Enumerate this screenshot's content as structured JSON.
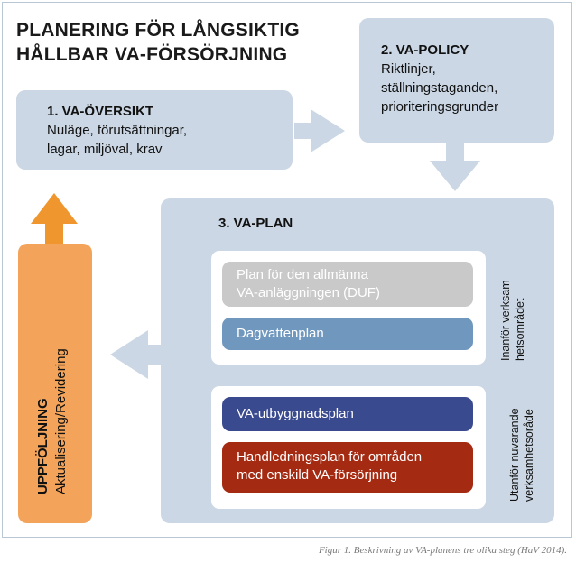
{
  "title": {
    "line1": "PLANERING FÖR LÅNGSIKTIG",
    "line2": "HÅLLBAR VA-FÖRSÖRJNING"
  },
  "oversikt": {
    "heading": "1. VA-ÖVERSIKT",
    "line1": "Nuläge, förutsättningar,",
    "line2": "lagar, miljöval, krav"
  },
  "policy": {
    "heading": "2. VA-POLICY",
    "line1": "Riktlinjer,",
    "line2": "ställningstaganden,",
    "line3": "prioriteringsgrunder"
  },
  "plan": {
    "heading": "3. VA-PLAN",
    "group1": {
      "side_label_line1": "Inanför verksam-",
      "side_label_line2": "hetsområdet",
      "items": [
        {
          "line1": "Plan för den allmänna",
          "line2": "VA-anläggningen (DUF)",
          "color": "#c9c9c9"
        },
        {
          "line1": "Dagvattenplan",
          "color": "#7097bd"
        }
      ]
    },
    "group2": {
      "side_label_line1": "Utanför nuvarande",
      "side_label_line2": "verksamhetsoråde",
      "items": [
        {
          "line1": "VA-utbyggnadsplan",
          "color": "#3a4a8f"
        },
        {
          "line1": "Handledningsplan för områden",
          "line2": "med enskild VA-försörjning",
          "color": "#a52a12"
        }
      ]
    }
  },
  "uppfoljning": {
    "heading": "UPPFÖLJNING",
    "subtext": "Aktualisering/Revidering",
    "color": "#f4a45a"
  },
  "caption": "Figur 1. Beskrivning av VA-planens tre olika steg (HaV 2014).",
  "colors": {
    "box": "#cbd7e4",
    "arrow": "#cbd7e4",
    "orange": "#f4a45a",
    "orange_arrow": "#f0962f"
  }
}
